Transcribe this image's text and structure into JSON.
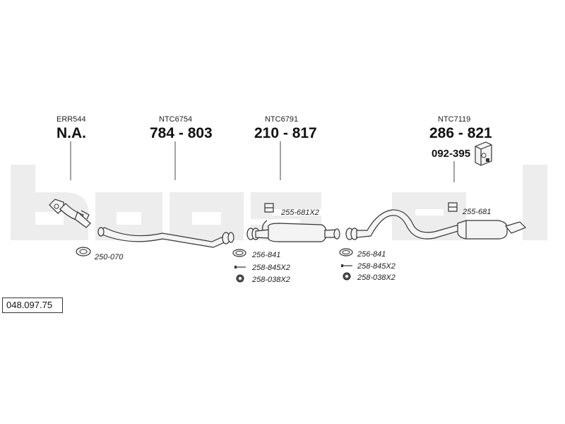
{
  "diagram": {
    "reference_number": "048.097.75",
    "sections": [
      {
        "code": "ERR544",
        "part": "N.A."
      },
      {
        "code": "NTC6754",
        "part": "784 - 803"
      },
      {
        "code": "NTC6791",
        "part": "210 - 817"
      },
      {
        "code": "NTC7119",
        "part": "286 - 821"
      }
    ],
    "extra_part": "092-395",
    "fittings": [
      "250-070",
      "255-681X2",
      "256-841",
      "258-845X2",
      "258-038X2",
      "256-841",
      "258-845X2",
      "258-038X2",
      "255-681"
    ]
  }
}
